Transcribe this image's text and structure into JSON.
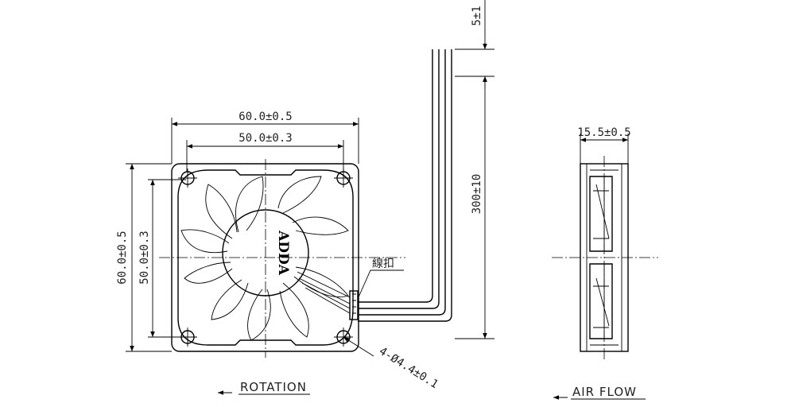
{
  "dimensions": {
    "overall_width": "60.0±0.5",
    "hole_spacing_width": "50.0±0.3",
    "overall_height": "60.0±0.5",
    "hole_spacing_height": "50.0±0.3",
    "lead_length": "300±10",
    "strip_length": "5±1",
    "thickness": "15.5±0.5",
    "holes": "4-Ø4.4±0.1"
  },
  "labels": {
    "clip": "線扣",
    "brand": "ADDA",
    "rotation": "ROTATION",
    "airflow": "AIR FLOW"
  }
}
